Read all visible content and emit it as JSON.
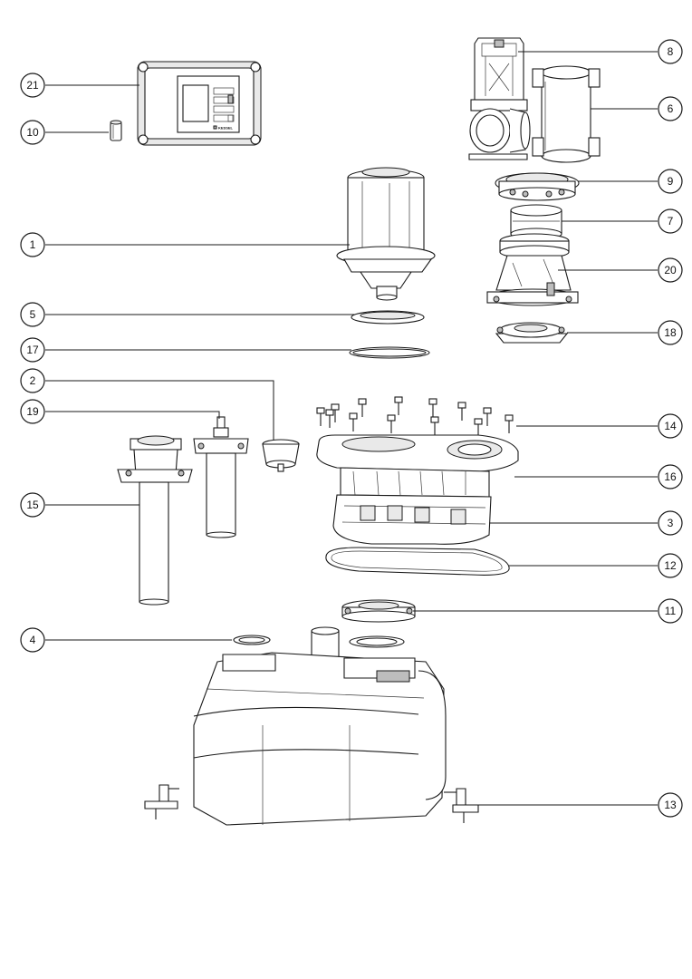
{
  "diagram": {
    "callouts": [
      {
        "label": "1"
      },
      {
        "label": "2"
      },
      {
        "label": "3"
      },
      {
        "label": "4"
      },
      {
        "label": "5"
      },
      {
        "label": "6"
      },
      {
        "label": "7"
      },
      {
        "label": "8"
      },
      {
        "label": "9"
      },
      {
        "label": "10"
      },
      {
        "label": "11"
      },
      {
        "label": "12"
      },
      {
        "label": "13"
      },
      {
        "label": "14"
      },
      {
        "label": "15"
      },
      {
        "label": "16"
      },
      {
        "label": "17"
      },
      {
        "label": "18"
      },
      {
        "label": "19"
      },
      {
        "label": "20"
      },
      {
        "label": "21"
      }
    ],
    "control_panel": {
      "brand": "KESSEL"
    }
  }
}
